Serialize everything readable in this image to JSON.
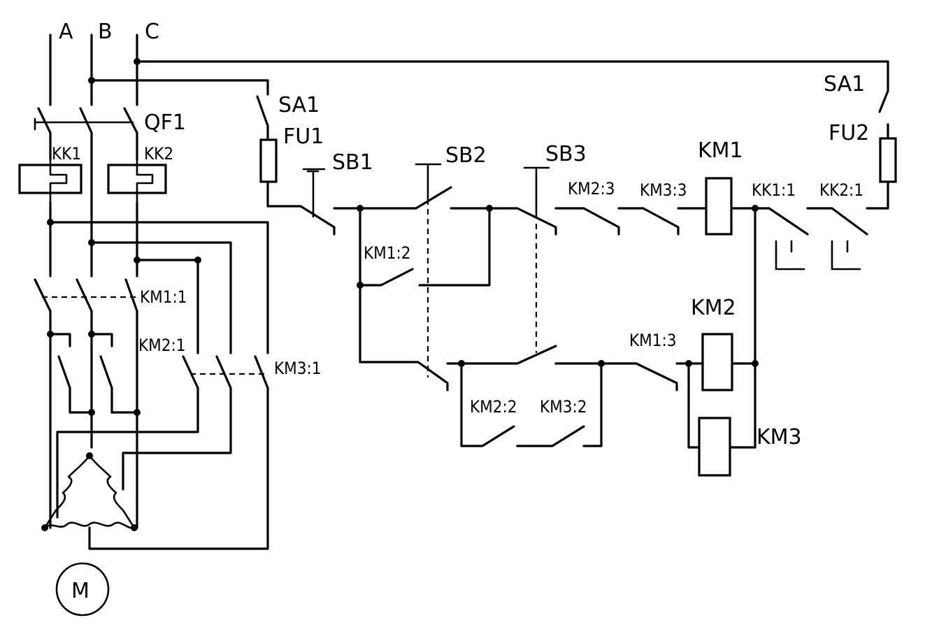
{
  "phases": {
    "a": "A",
    "b": "B",
    "c": "C"
  },
  "labels": {
    "qf1": "QF1",
    "kk1": "KK1",
    "kk2": "KK2",
    "km1_1": "KM1:1",
    "km2_1": "KM2:1",
    "km3_1": "KM3:1",
    "motor": "M",
    "sa1_left": "SA1",
    "fu1": "FU1",
    "sb1": "SB1",
    "sb2": "SB2",
    "sb3": "SB3",
    "km1_2": "KM1:2",
    "km2_3": "KM2:3",
    "km3_3": "KM3:3",
    "km1": "KM1",
    "kk1_1": "KK1:1",
    "kk2_1": "KK2:1",
    "sa1_right": "SA1",
    "fu2": "FU2",
    "km2": "KM2",
    "km1_3": "KM1:3",
    "km2_2": "KM2:2",
    "km3_2": "KM3:2",
    "km3": "KM3"
  }
}
